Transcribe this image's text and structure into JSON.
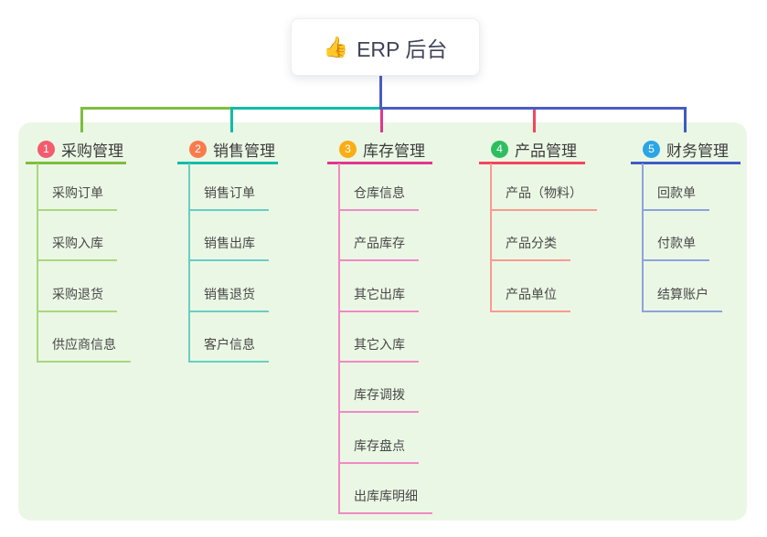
{
  "root": {
    "icon": "👍",
    "title": "ERP 后台"
  },
  "colors": {
    "panel_bg": "#EBF7E5",
    "trunk": "#4A5CC5",
    "heading_text": "#3B3B3B",
    "item_text": "#484848"
  },
  "branches": [
    {
      "id": "purchase",
      "number": "1",
      "label": "采购管理",
      "badge_color": "#F25C6E",
      "line_color": "#7DBE3E",
      "sub_color": "#A9D77D",
      "items": [
        "采购订单",
        "采购入库",
        "采购退货",
        "供应商信息"
      ]
    },
    {
      "id": "sales",
      "number": "2",
      "label": "销售管理",
      "badge_color": "#F97B4D",
      "line_color": "#10BCA8",
      "sub_color": "#66CFC3",
      "items": [
        "销售订单",
        "销售出库",
        "销售退货",
        "客户信息"
      ]
    },
    {
      "id": "inventory",
      "number": "3",
      "label": "库存管理",
      "badge_color": "#FAAD14",
      "line_color": "#E0378F",
      "sub_color": "#EF8AC4",
      "items": [
        "仓库信息",
        "产品库存",
        "其它出库",
        "其它入库",
        "库存调拨",
        "库存盘点",
        "出库库明细"
      ]
    },
    {
      "id": "product",
      "number": "4",
      "label": "产品管理",
      "badge_color": "#2EBE60",
      "line_color": "#F4455A",
      "sub_color": "#F89B92",
      "items": [
        "产品（物料）",
        "产品分类",
        "产品单位"
      ]
    },
    {
      "id": "finance",
      "number": "5",
      "label": "财务管理",
      "badge_color": "#2AA5E5",
      "line_color": "#3D5BC7",
      "sub_color": "#8BA3DC",
      "items": [
        "回款单",
        "付款单",
        "结算账户"
      ]
    }
  ]
}
